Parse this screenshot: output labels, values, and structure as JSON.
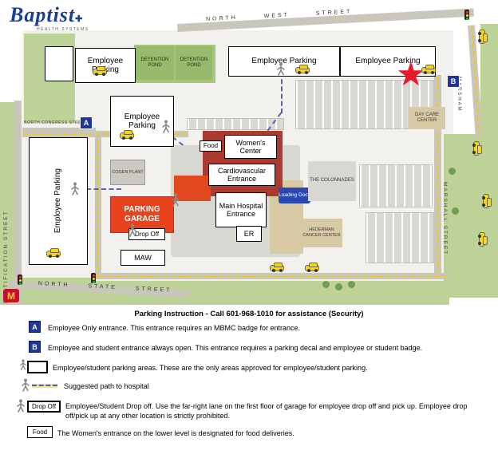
{
  "logo": {
    "name": "Baptist",
    "cross": "✚",
    "tagline": "HEALTH SYSTEMS"
  },
  "streets": {
    "north_west": "NORTH WEST STREET",
    "fortification": "FORTIFICATION STREET",
    "north_congress": "NORTH CONGRESS STREET",
    "north_state": "NORTH STATE STREET",
    "marshall": "MARSHALL STREET",
    "marsham": "MARSHAM"
  },
  "map": {
    "employee_parking": "Employee Parking",
    "detention_pond": "DETENTION POND",
    "food": "Food",
    "womens_center": "Women's Center",
    "cardiovascular": "Cardiovascular Entrance",
    "main_hospital": "Main Hospital Entrance",
    "er": "ER",
    "maw": "MAW",
    "parking_garage": "PARKING GARAGE",
    "drop_off": "Drop Off",
    "cogen_plant": "COGEN PLANT",
    "loading_dock": "Loading Dock",
    "colonnades": "THE COLONNADES",
    "day_care": "DAY CARE CENTER",
    "hederman": "HEDERMAN CANCER CENTER",
    "marker_a": "A",
    "marker_b": "B",
    "star": "★",
    "mcdonalds": "M"
  },
  "legend": {
    "title": "Parking Instruction - Call 601-968-1010 for assistance (Security)",
    "rows": [
      {
        "marker": "A",
        "text": "Employee Only entrance. This entrance requires an MBMC badge for entrance."
      },
      {
        "marker": "B",
        "text": "Employee and student entrance always open. This entrance requires a parking decal and employee or student badge."
      },
      {
        "marker": "",
        "text": "Employee/student parking areas.  These are the only areas approved for employee/student parking."
      },
      {
        "marker": "",
        "text": "Suggested path to hospital"
      },
      {
        "marker": "Drop Off",
        "text": "Employee/Student  Drop off.  Use the far-right lane on the first floor of garage for employee drop off and pick up. Employee drop off/pick up at any other location is strictly prohibited."
      },
      {
        "marker": "Food",
        "text": "The Women's entrance on the lower level is designated for food deliveries."
      }
    ]
  },
  "colors": {
    "accent_blue": "#1f3694",
    "garage_red": "#e8431c",
    "building_red": "#ab3a30",
    "path_purple": "#5a5fa8",
    "road_yellow": "#edc91c",
    "star_red": "#e8192c",
    "green": "#bdd297"
  }
}
